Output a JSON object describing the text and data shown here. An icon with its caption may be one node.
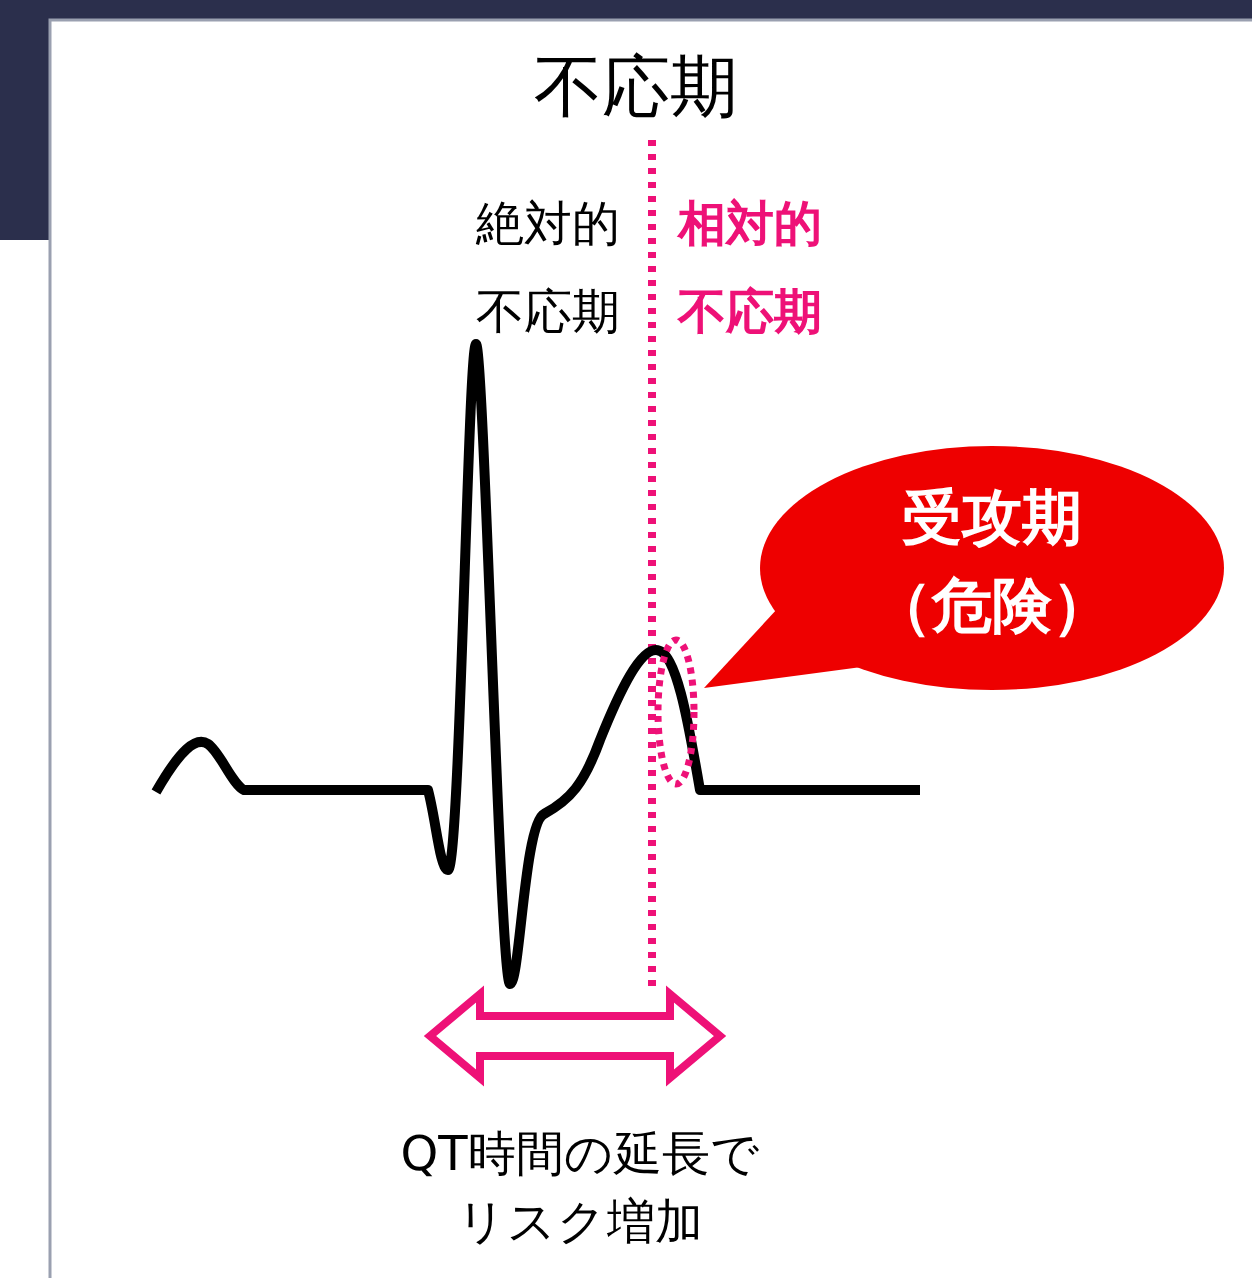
{
  "diagram": {
    "title": "不応期",
    "nodes": [
      {
        "text": [
          "受攻期（危険）"
        ]
      },
      {
        "text": [],
        "shape": "circle"
      }
    ],
    "labels": [
      "絶対的不応期",
      "相対的不応期",
      "QT時間の延長でリスク増加"
    ]
  }
}
